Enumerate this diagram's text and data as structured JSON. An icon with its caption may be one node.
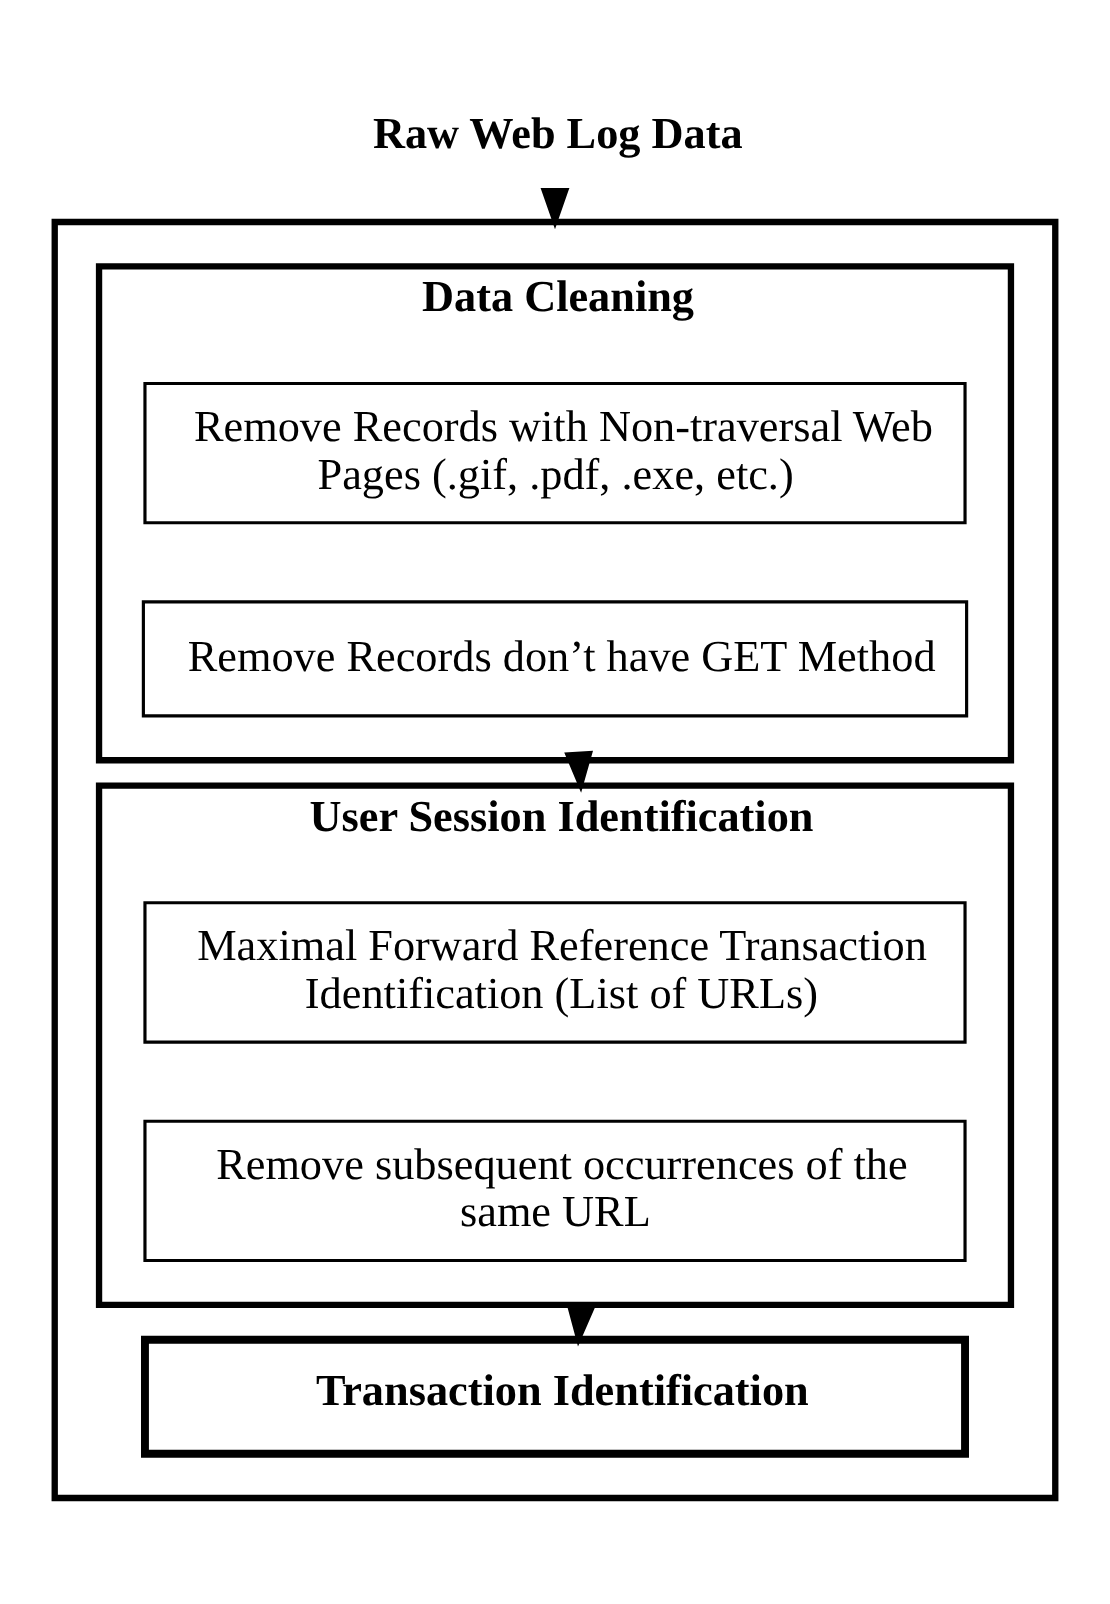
{
  "diagram": {
    "nodes": [
      {
        "text": [
          "Raw Web Log Data"
        ]
      },
      {
        "text": [],
        "shape": "box"
      },
      {
        "text": [
          "Data Cleaning"
        ],
        "in": 1
      },
      {
        "text": [
          "Remove Records with Non-traversal Web Pages (.gif, .pdf, .exe, etc.)"
        ],
        "in": 2
      },
      {
        "text": [
          "Remove Records don’t have GET Method"
        ],
        "in": 2
      },
      {
        "text": [
          "User Session Identification"
        ],
        "in": 1
      },
      {
        "text": [
          "Maximal Forward Reference Transaction Identification (List of URLs)"
        ],
        "in": 5
      },
      {
        "text": [
          "Remove subsequent occurrences of the same URL"
        ],
        "in": 5
      },
      {
        "text": [
          "Transaction Identification"
        ],
        "in": 1
      }
    ],
    "edges": [
      {
        "from": 0,
        "to": 1,
        "arrow": "to"
      },
      {
        "from": 2,
        "to": 5,
        "arrow": "to"
      },
      {
        "from": 5,
        "to": 8,
        "arrow": "to"
      }
    ]
  }
}
